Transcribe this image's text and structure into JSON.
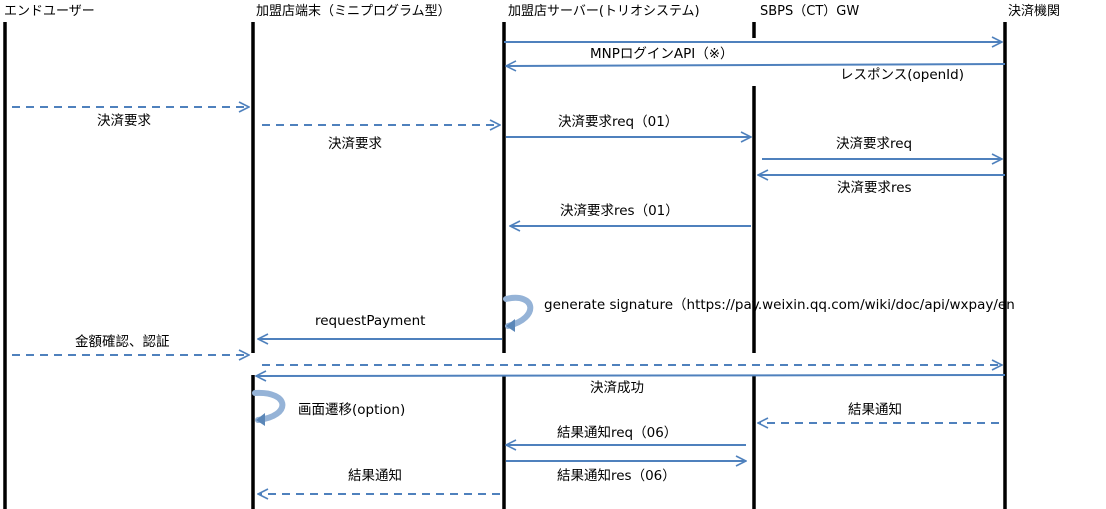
{
  "lanes": [
    {
      "id": "user",
      "label": "エンドユーザー"
    },
    {
      "id": "terminal",
      "label": "加盟店端末（ミニプログラム型）"
    },
    {
      "id": "server",
      "label": "加盟店サーバー(トリオシステム)"
    },
    {
      "id": "gw",
      "label": "SBPS（CT）GW"
    },
    {
      "id": "settle",
      "label": "決済機関"
    }
  ],
  "messages": [
    {
      "id": "mnp-login",
      "from": "server",
      "to": "settle",
      "style": "solid",
      "label": "MNPログインAPI（※）"
    },
    {
      "id": "response-openid",
      "from": "settle",
      "to": "server",
      "style": "solid",
      "label": "レスポンス(openId)"
    },
    {
      "id": "pay-request-user",
      "from": "user",
      "to": "terminal",
      "style": "dashed",
      "label": "決済要求"
    },
    {
      "id": "pay-request-terminal",
      "from": "terminal",
      "to": "server",
      "style": "dashed",
      "label": "決済要求"
    },
    {
      "id": "pay-req-01",
      "from": "server",
      "to": "gw",
      "style": "solid",
      "label": "決済要求req（01）"
    },
    {
      "id": "pay-req-gw",
      "from": "gw",
      "to": "settle",
      "style": "solid",
      "label": "決済要求req"
    },
    {
      "id": "pay-res-settle",
      "from": "settle",
      "to": "gw",
      "style": "solid",
      "label": "決済要求res"
    },
    {
      "id": "pay-res-01",
      "from": "gw",
      "to": "server",
      "style": "solid",
      "label": "決済要求res（01）"
    },
    {
      "id": "generate-signature",
      "from": "server",
      "to": "server",
      "style": "self",
      "label": "generate signature（https://pay.weixin.qq.com/wiki/doc/api/wxpay/en"
    },
    {
      "id": "request-payment",
      "from": "server",
      "to": "terminal",
      "style": "solid",
      "label": "requestPayment"
    },
    {
      "id": "amount-confirm",
      "from": "user",
      "to": "terminal",
      "style": "dashed",
      "label": "金額確認、認証"
    },
    {
      "id": "terminal-to-settle",
      "from": "terminal",
      "to": "settle",
      "style": "dashed",
      "label": ""
    },
    {
      "id": "pay-success",
      "from": "settle",
      "to": "terminal",
      "style": "solid",
      "label": "決済成功"
    },
    {
      "id": "screen-transition",
      "from": "terminal",
      "to": "terminal",
      "style": "self",
      "label": "画面遷移(option)"
    },
    {
      "id": "result-notify-settle",
      "from": "settle",
      "to": "gw",
      "style": "dashed",
      "label": "結果通知"
    },
    {
      "id": "result-req-06",
      "from": "gw",
      "to": "server",
      "style": "solid",
      "label": "結果通知req（06）"
    },
    {
      "id": "result-res-06",
      "from": "server",
      "to": "gw",
      "style": "solid",
      "label": "結果通知res（06）"
    },
    {
      "id": "result-notify-terminal",
      "from": "server",
      "to": "terminal",
      "style": "dashed",
      "label": "結果通知"
    }
  ],
  "colors": {
    "arrow": "#4f81bd",
    "lifeline": "#000000",
    "self_loop": "#95b3d7"
  }
}
